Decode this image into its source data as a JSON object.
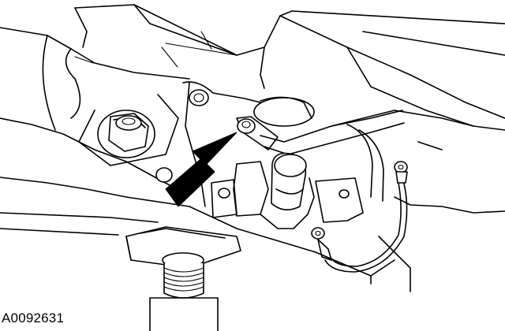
{
  "figure": {
    "id_label": "A0092631",
    "style": "black-and-white technical line illustration",
    "callout": "black-arrow"
  },
  "colors": {
    "background": "#ffffff",
    "ink": "#000000"
  }
}
